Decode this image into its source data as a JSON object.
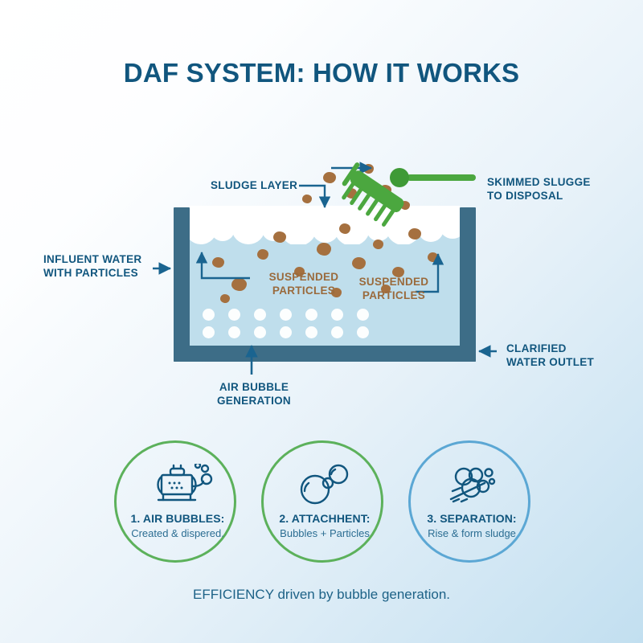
{
  "title": "DAF SYSTEM: HOW IT WORKS",
  "diagram": {
    "labels": {
      "influent": "INFLUENT WATER\nWITH PARTICLES",
      "influent_line1": "INFLUENT WATER",
      "influent_line2": "WITH PARTICLES",
      "sludge_layer": "SLUDGE LAYER",
      "skimmed_line1": "SKIMMED SLUGGE",
      "skimmed_line2": "TO DISPOSAL",
      "clarified_line1": "CLARIFIED",
      "clarified_line2": "WATER OUTLET",
      "suspended_left_line1": "SUSPENDED",
      "suspended_left_line2": "PARTICLES",
      "suspended_right_line1": "SUSPENDED",
      "suspended_right_line2": "PARTICLES",
      "air_bubble_line1": "AIR BUBBLE",
      "air_bubble_line2": "GENERATION"
    },
    "icon_names": {
      "skimmer": "skimmer-rake-icon",
      "influent_arrow": "influent-arrow-icon",
      "outlet_arrow": "clarified-outlet-arrow-icon",
      "sludge_leader": "sludge-layer-leader-icon",
      "rise_arrow_left": "particle-rise-arrow-left-icon",
      "rise_arrow_right": "particle-rise-arrow-right-icon",
      "air_arrow": "air-bubble-generation-arrow-icon",
      "skim_direction_arrow": "skim-direction-arrow-icon",
      "sludge_down_arrow": "sludge-down-arrow-icon"
    },
    "colors": {
      "title": "#11567e",
      "tank_wall": "#3d6d87",
      "water": "#bfdeec",
      "water_clear": "#d5eaf3",
      "foam": "#ffffff",
      "particle": "#a5703f",
      "skimmer": "#4ba73f",
      "label_blue": "#11567e",
      "label_brown": "#9a6a3c"
    }
  },
  "steps": [
    {
      "title": "1. AIR BUBBLES:",
      "subtitle": "Created & dispered.",
      "icon": "air-compressor-icon",
      "ring_color": "#5cb15b"
    },
    {
      "title": "2. ATTACHHENT:",
      "subtitle": "Bubbles + Particles",
      "icon": "bubbles-attachment-icon",
      "ring_color": "#5cb15b"
    },
    {
      "title": "3. SEPARATION:",
      "subtitle": "Rise & form sludge",
      "icon": "bubble-cluster-rising-icon",
      "ring_color": "#5ba7d4"
    }
  ],
  "footer": "EFFICIENCY driven by bubble generation."
}
